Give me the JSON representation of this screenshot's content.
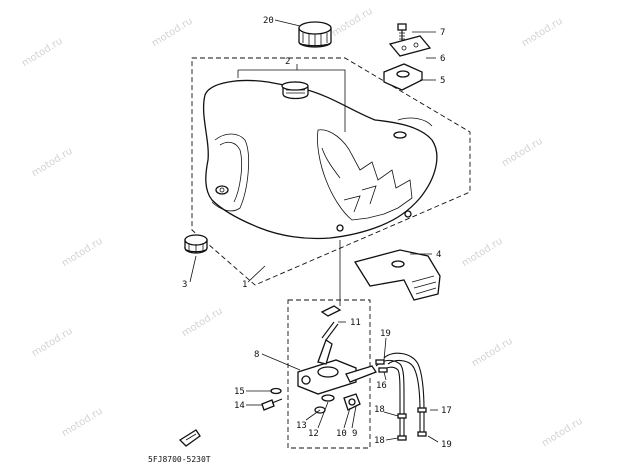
{
  "watermark": "motod.ru",
  "drawing_code": "5FJ8700-5230T",
  "callouts": {
    "p1": "1",
    "p2": "2",
    "p3": "3",
    "p4": "4",
    "p5": "5",
    "p6": "6",
    "p7": "7",
    "p8": "8",
    "p9": "9",
    "p10": "10",
    "p11": "11",
    "p12": "12",
    "p13": "13",
    "p14": "14",
    "p15": "15",
    "p16": "16",
    "p17": "17",
    "p18a": "18",
    "p18b": "18",
    "p19a": "19",
    "p19b": "19",
    "p20": "20"
  }
}
